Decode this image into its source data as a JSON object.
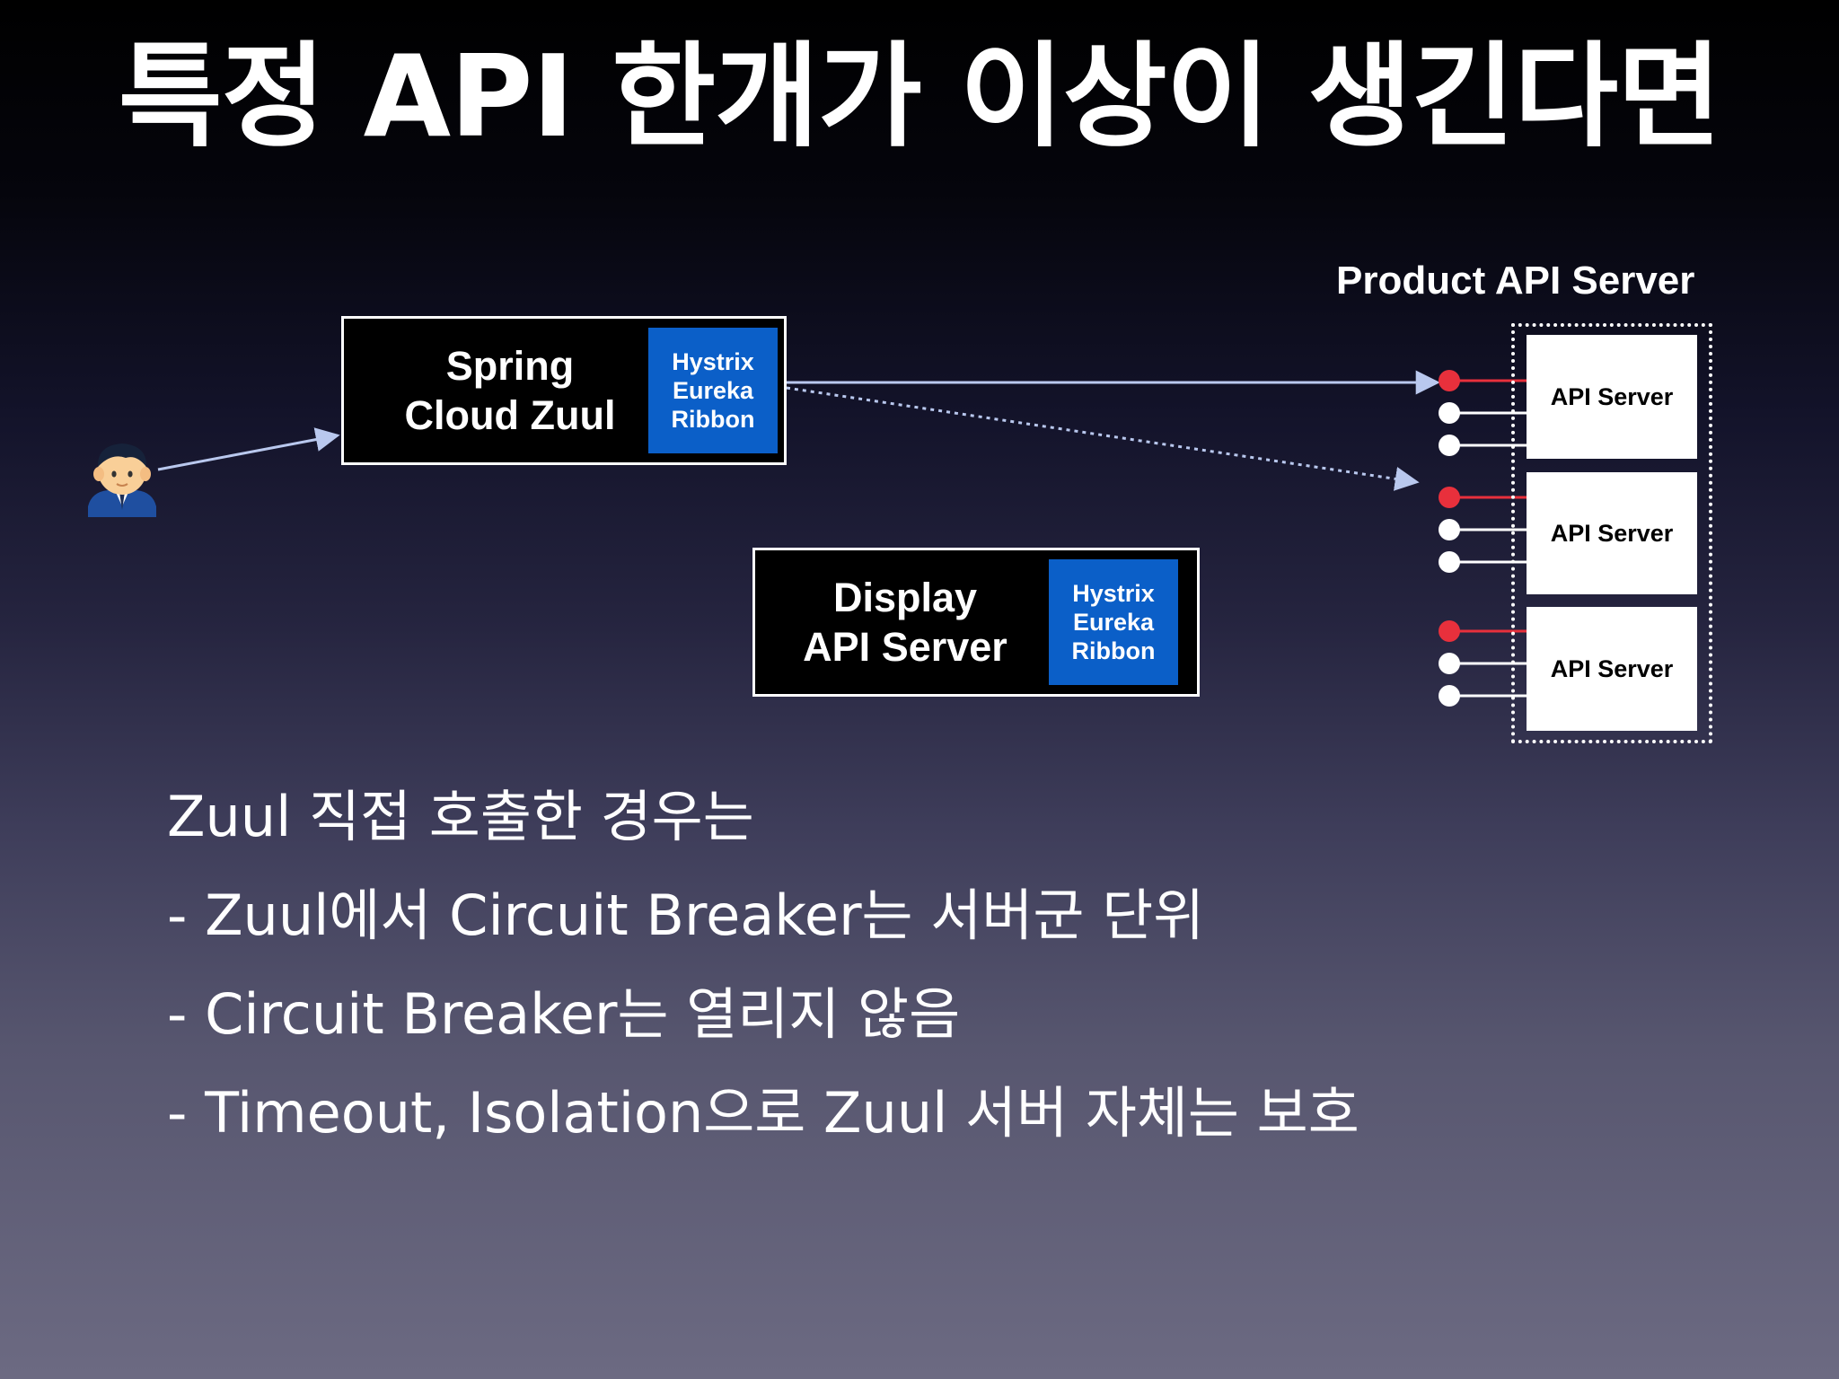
{
  "title": "특정 API 한개가 이상이 생긴다면",
  "zuul": {
    "label_line1": "Spring",
    "label_line2": "Cloud Zuul",
    "libs": [
      "Hystrix",
      "Eureka",
      "Ribbon"
    ]
  },
  "display_server": {
    "label_line1": "Display",
    "label_line2": "API Server",
    "libs": [
      "Hystrix",
      "Eureka",
      "Ribbon"
    ]
  },
  "product_group": {
    "label": "Product API Server",
    "servers": [
      "API Server",
      "API Server",
      "API Server"
    ]
  },
  "bullets": [
    "Zuul 직접 호출한 경우는",
    "- Zuul에서 Circuit Breaker는 서버군 단위",
    "- Circuit Breaker는 열리지 않음",
    "- Timeout, Isolation으로 Zuul 서버 자체는 보호"
  ],
  "colors": {
    "lib_box": "#0b5fc8",
    "failed_connection": "#e8303c",
    "arrow": "#b9c8ee"
  },
  "icons": {
    "user": "user-icon"
  }
}
